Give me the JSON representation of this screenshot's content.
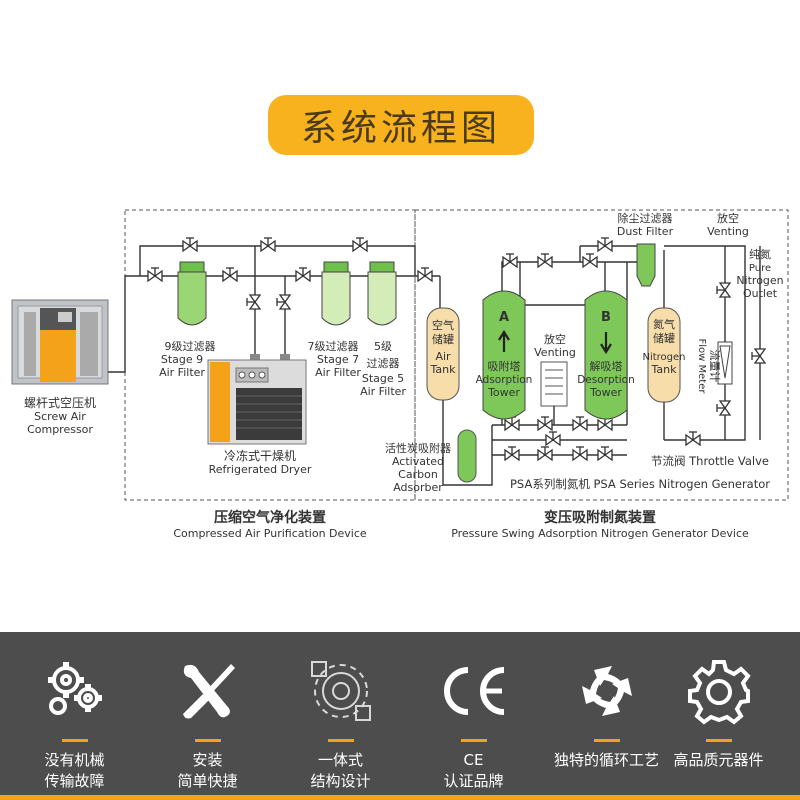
{
  "title": "系统流程图",
  "colors": {
    "accent": "#f8b21d",
    "tank_green": "#7ec85a",
    "tank_cream": "#f6ddaa",
    "footer": "#4d4d4d"
  },
  "labels": {
    "screw_cn": "螺杆式空压机",
    "screw_en1": "Screw Air",
    "screw_en2": "Compressor",
    "f9_cn": "9级过滤器",
    "f9_en1": "Stage 9",
    "f9_en2": "Air Filter",
    "f7_cn": "7级过滤器",
    "f7_en1": "Stage 7",
    "f7_en2": "Air Filter",
    "f5_cn1": "5级",
    "f5_cn2": "过滤器",
    "f5_en1": "Stage 5",
    "f5_en2": "Air Filter",
    "dryer_cn": "冷冻式干燥机",
    "dryer_en": "Refrigerated Dryer",
    "airtank_cn1": "空气",
    "airtank_cn2": "储罐",
    "airtank_en1": "Air",
    "airtank_en2": "Tank",
    "carbon_cn": "活性炭吸附器",
    "carbon_en1": "Activated",
    "carbon_en2": "Carbon",
    "carbon_en3": "Adsorber",
    "towerA_letter": "A",
    "towerA_cn": "吸附塔",
    "towerA_en1": "Adsorption",
    "towerA_en2": "Tower",
    "towerB_letter": "B",
    "towerB_cn": "解吸塔",
    "towerB_en1": "Desorption",
    "towerB_en2": "Tower",
    "vent_mid_cn": "放空",
    "vent_mid_en": "Venting",
    "dust_cn": "除尘过滤器",
    "dust_en": "Dust Filter",
    "vent_top_cn": "放空",
    "vent_top_en": "Venting",
    "n2tank_cn1": "氮气",
    "n2tank_cn2": "储罐",
    "n2tank_en1": "Nitrogen",
    "n2tank_en2": "Tank",
    "flow_cn": "流量计",
    "flow_en": "Flow Meter",
    "outlet_cn": "纯氮",
    "outlet_en1": "Pure",
    "outlet_en2": "Nitrogen",
    "outlet_en3": "Outlet",
    "throttle": "节流阀 Throttle Valve",
    "psa_caption": "PSA系列制氮机 PSA Series Nitrogen Generator",
    "sec1_cn": "压缩空气净化装置",
    "sec1_en": "Compressed Air Purification Device",
    "sec2_cn": "变压吸附制氮装置",
    "sec2_en": "Pressure Swing Adsorption Nitrogen Generator Device"
  },
  "features": [
    {
      "line1": "没有机械",
      "line2": "传输故障",
      "icon": "gears-icon"
    },
    {
      "line1": "安装",
      "line2": "简单快捷",
      "icon": "tools-icon"
    },
    {
      "line1": "一体式",
      "line2": "结构设计",
      "icon": "integrated-gear-icon"
    },
    {
      "line1": "CE",
      "line2": "认证品牌",
      "icon": "ce-icon"
    },
    {
      "line1": "独特的循环工艺",
      "line2": "",
      "icon": "cycle-arrows-icon"
    },
    {
      "line1": "高品质元器件",
      "line2": "",
      "icon": "gear-outline-icon"
    }
  ]
}
